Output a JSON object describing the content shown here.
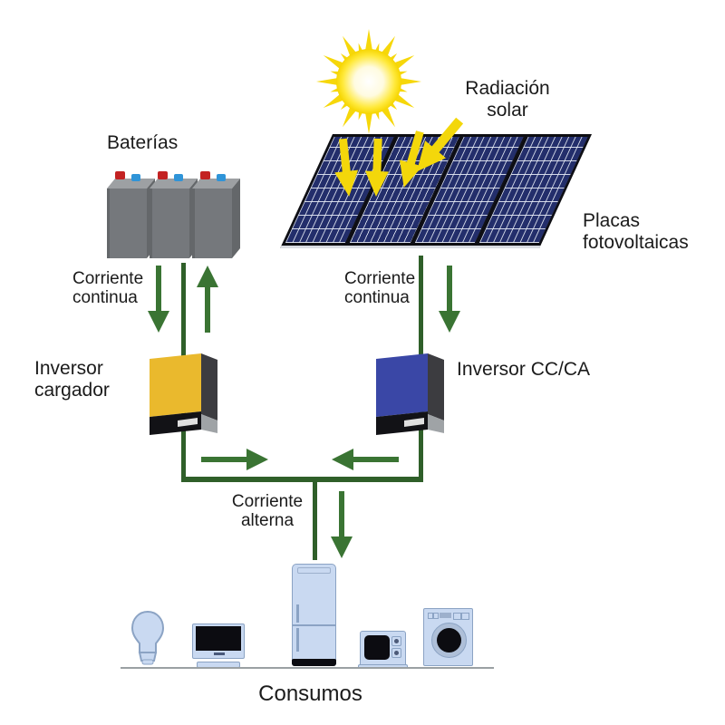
{
  "labels": {
    "baterias": "Baterías",
    "radiacion_solar": "Radiación\nsolar",
    "placas_fotovoltaicas": "Placas\nfotovoltaicas",
    "corriente_continua_left": "Corriente\ncontinua",
    "corriente_continua_right": "Corriente\ncontinua",
    "inversor_cargador": "Inversor\ncargador",
    "inversor_ccca": "Inversor CC/CA",
    "corriente_alterna": "Corriente\nalterna",
    "consumos": "Consumos"
  },
  "components": {
    "sun": "sun",
    "solar_panels": "photovoltaic panel array (4 panels)",
    "batteries": "battery bank (3 batteries)",
    "inverter_charger": "inverter charger (yellow unit)",
    "inverter_cc_ca": "DC/AC inverter (blue unit)",
    "loads": [
      "light bulb",
      "tv",
      "refrigerator",
      "microwave",
      "washing machine"
    ]
  },
  "colors": {
    "green_line": "#2f5f29",
    "green_arrow": "#3a7433",
    "sun_yellow": "#f6d70a",
    "panel_cell_blue": "#232e6b",
    "inverter_charger_yellow": "#eab92d",
    "inverter_ccca_blue": "#3a47a6",
    "appliance_blue": "#c9d9f1",
    "battery_gray": "#75787c"
  }
}
